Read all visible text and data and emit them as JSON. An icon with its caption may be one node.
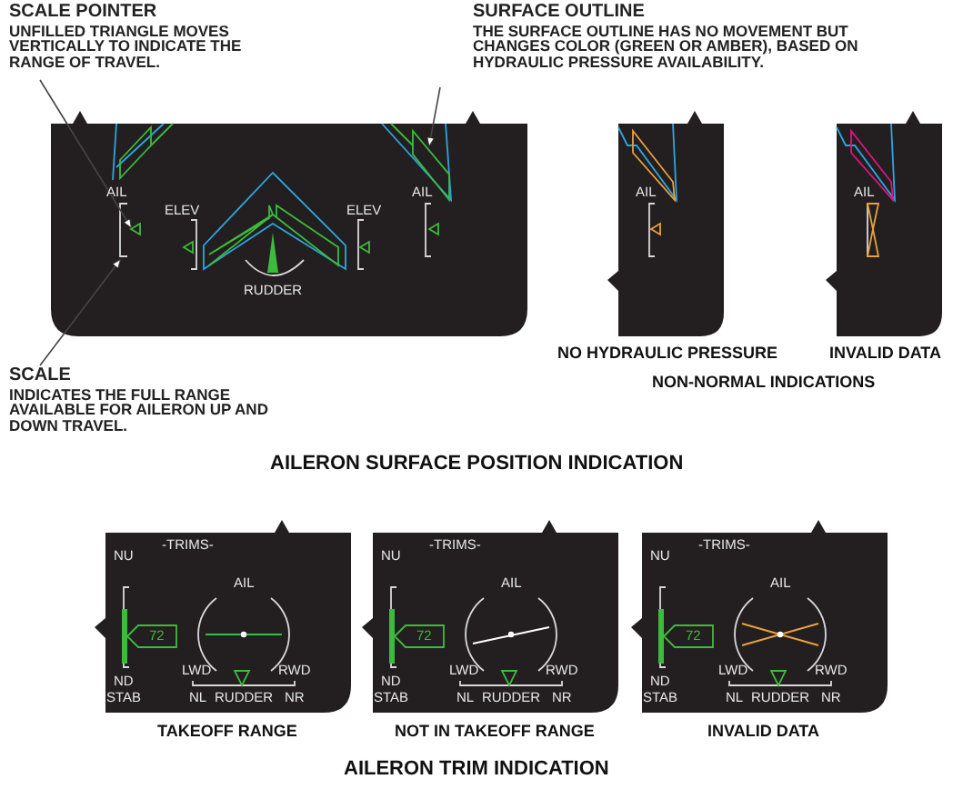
{
  "diagram": {
    "nodes": [
      {
        "text": [
          "SCALE POINTER",
          "UNFILLED TRIANGLE MOVES VERTICALLY TO INDICATE THE RANGE OF TRAVEL."
        ]
      },
      {
        "text": [
          "SURFACE OUTLINE",
          "THE SURFACE OUTLINE HAS NO MOVEMENT BUT CHANGES COLOR (GREEN OR AMBER), BASED ON HYDRAULIC PRESSURE AVAILABILITY."
        ]
      },
      {
        "text": [],
        "shape": "triangle"
      },
      {
        "text": [],
        "shape": "parallelogram"
      },
      {
        "text": [],
        "shape": "bracket"
      },
      {
        "text": [
          "SCALE",
          "INDICATES THE FULL RANGE AVAILABLE FOR AILERON UP AND DOWN TRAVEL."
        ]
      }
    ],
    "edges": [
      {
        "from": 0,
        "to": 2,
        "arrow": "to"
      },
      {
        "from": 1,
        "to": 3,
        "arrow": "to"
      },
      {
        "from": 5,
        "to": 4,
        "arrow": "to"
      }
    ],
    "labels": [
      "AIL",
      "ELEV",
      "ELEV",
      "AIL",
      "RUDDER",
      "AIL",
      "AIL",
      "NO HYDRAULIC PRESSURE",
      "INVALID DATA",
      "NON-NORMAL INDICATIONS",
      "AILERON SURFACE POSITION INDICATION",
      "-TRIMS-",
      "NU",
      "AIL",
      "72",
      "LWD",
      "RWD",
      "ND",
      "STAB",
      "NL",
      "RUDDER",
      "NR",
      "-TRIMS-",
      "NU",
      "AIL",
      "72",
      "LWD",
      "RWD",
      "ND",
      "STAB",
      "NL",
      "RUDDER",
      "NR",
      "-TRIMS-",
      "NU",
      "AIL",
      "72",
      "LWD",
      "RWD",
      "ND",
      "STAB",
      "NL",
      "RUDDER",
      "NR",
      "TAKEOFF RANGE",
      "NOT IN TAKEOFF RANGE",
      "INVALID DATA",
      "AILERON TRIM INDICATION"
    ]
  }
}
